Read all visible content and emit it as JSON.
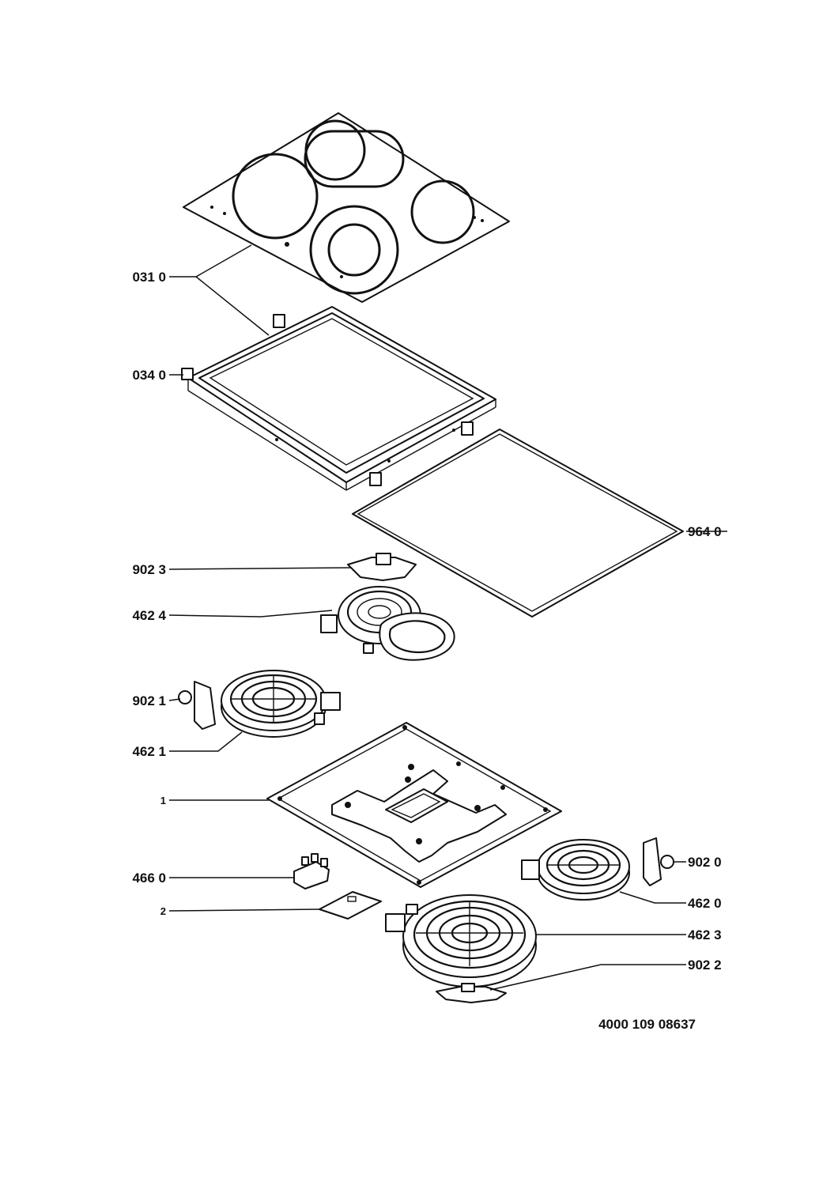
{
  "document_number": "4000 109 08637",
  "callouts": [
    {
      "id": "glass-top",
      "label": "031 0"
    },
    {
      "id": "frame-clip",
      "label": "034 0"
    },
    {
      "id": "seal",
      "label": "964 0"
    },
    {
      "id": "bracket-rear-left",
      "label": "902 3"
    },
    {
      "id": "hotplate-oval",
      "label": "462 4"
    },
    {
      "id": "bracket-front-left",
      "label": "902 1"
    },
    {
      "id": "hotplate-front-left",
      "label": "462 1"
    },
    {
      "id": "base-tray",
      "label": "1"
    },
    {
      "id": "bracket-rear-right",
      "label": "902 0"
    },
    {
      "id": "terminal-block",
      "label": "466 0"
    },
    {
      "id": "hotplate-rear-right",
      "label": "462 0"
    },
    {
      "id": "cover-plate",
      "label": "2"
    },
    {
      "id": "hotplate-dual",
      "label": "462 3"
    },
    {
      "id": "bracket-front-right",
      "label": "902 2"
    }
  ]
}
